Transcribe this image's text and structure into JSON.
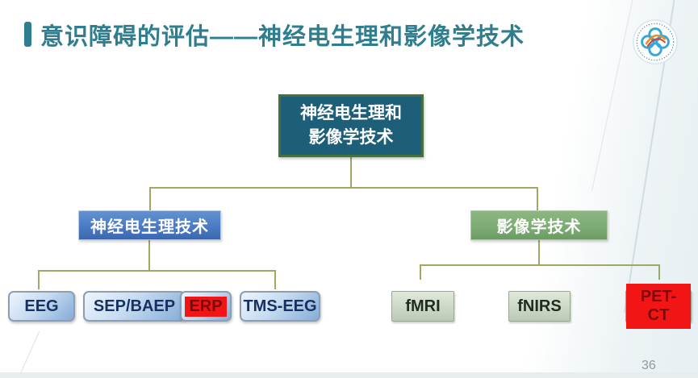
{
  "slide": {
    "title": "意识障碍的评估——神经电生理和影像学技术",
    "page_number": "36"
  },
  "diagram": {
    "root": {
      "line1": "神经电生理和",
      "line2": "影像学技术"
    },
    "left_branch": {
      "label": "神经电生理技术"
    },
    "right_branch": {
      "label": "影像学技术"
    },
    "left_leaves": [
      {
        "label": "EEG",
        "highlighted": false
      },
      {
        "label": "SEP/BAEP",
        "highlighted": false
      },
      {
        "label": "ERP",
        "highlighted": true
      },
      {
        "label": "TMS-EEG",
        "highlighted": false
      }
    ],
    "right_leaves": [
      {
        "label": "fMRI",
        "highlighted": false
      },
      {
        "label": "fNIRS",
        "highlighted": false
      },
      {
        "label": "PET-CT",
        "highlighted": true
      }
    ]
  },
  "colors": {
    "title-teal": "#2e7e90",
    "root-fill": "#1d5e79",
    "root-border": "#46713f",
    "branch-blue": "#4a7bc4",
    "branch-green": "#7cab73",
    "leaf-blue-dark": "#85acd8",
    "leaf-green": "#ccd8c6",
    "connector": "#9fa966",
    "highlight-red": "#f21515",
    "highlight-text": "#7c0909",
    "leaf-text-blue": "#17305f",
    "leaf-text-green": "#1f2d1f"
  }
}
